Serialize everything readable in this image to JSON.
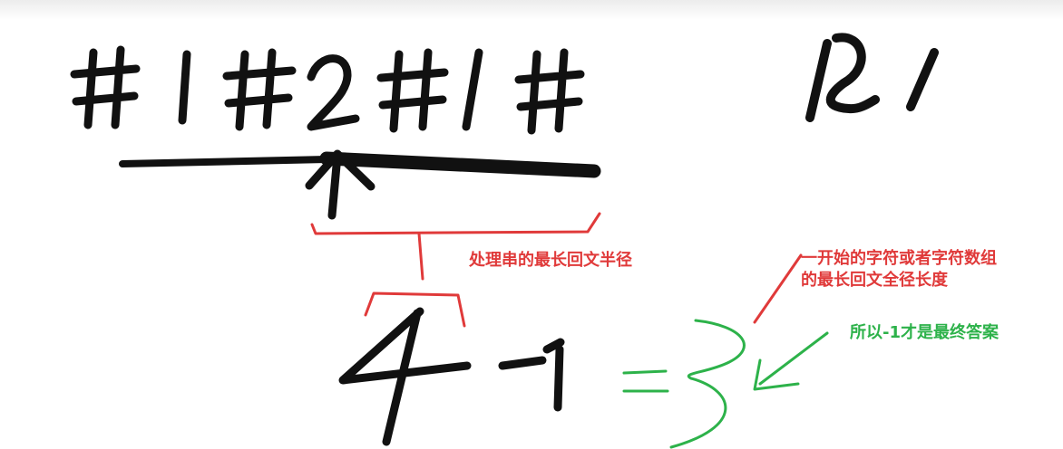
{
  "colors": {
    "ink": "#111111",
    "red": "#e03a3a",
    "green": "#2db24a"
  },
  "annotations": {
    "processed_radius": "处理串的最长回文半径",
    "original_full_length_line1": "一开始的字符或者字符数组",
    "original_full_length_line2": "的最长回文全径长度",
    "final_answer": "所以-1才是最终答案"
  }
}
